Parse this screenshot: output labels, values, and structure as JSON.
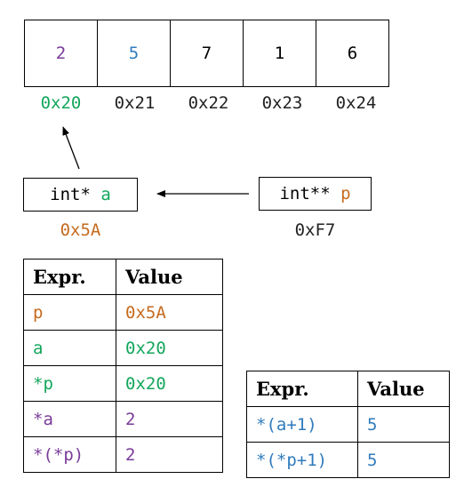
{
  "array": {
    "cells": [
      {
        "value": "2",
        "color": "#7a3b9a"
      },
      {
        "value": "5",
        "color": "#2f7bbd"
      },
      {
        "value": "7",
        "color": "#000000"
      },
      {
        "value": "1",
        "color": "#000000"
      },
      {
        "value": "6",
        "color": "#000000"
      }
    ],
    "addresses": [
      {
        "text": "0x20",
        "color": "#13a65b"
      },
      {
        "text": "0x21",
        "color": "#222222"
      },
      {
        "text": "0x22",
        "color": "#222222"
      },
      {
        "text": "0x23",
        "color": "#222222"
      },
      {
        "text": "0x24",
        "color": "#222222"
      }
    ]
  },
  "pointer_a": {
    "type": "int*",
    "name": "a",
    "address": "0x5A"
  },
  "pointer_p": {
    "type": "int**",
    "name": "p",
    "address": "0xF7"
  },
  "table1": {
    "headers": [
      "Expr.",
      "Value"
    ],
    "rows": [
      {
        "expr": "p",
        "value": "0x5A",
        "color": "#c66b1e"
      },
      {
        "expr": "a",
        "value": "0x20",
        "color": "#13a65b"
      },
      {
        "expr": "*p",
        "value": "0x20",
        "color": "#13a65b"
      },
      {
        "expr": "*a",
        "value": "2",
        "color": "#7a3b9a"
      },
      {
        "expr": "*(*p)",
        "value": "2",
        "color": "#7a3b9a"
      }
    ]
  },
  "table2": {
    "headers": [
      "Expr.",
      "Value"
    ],
    "rows": [
      {
        "expr": "*(a+1)",
        "value": "5",
        "color": "#2f7bbd"
      },
      {
        "expr": "*(*p+1)",
        "value": "5",
        "color": "#2f7bbd"
      }
    ]
  }
}
